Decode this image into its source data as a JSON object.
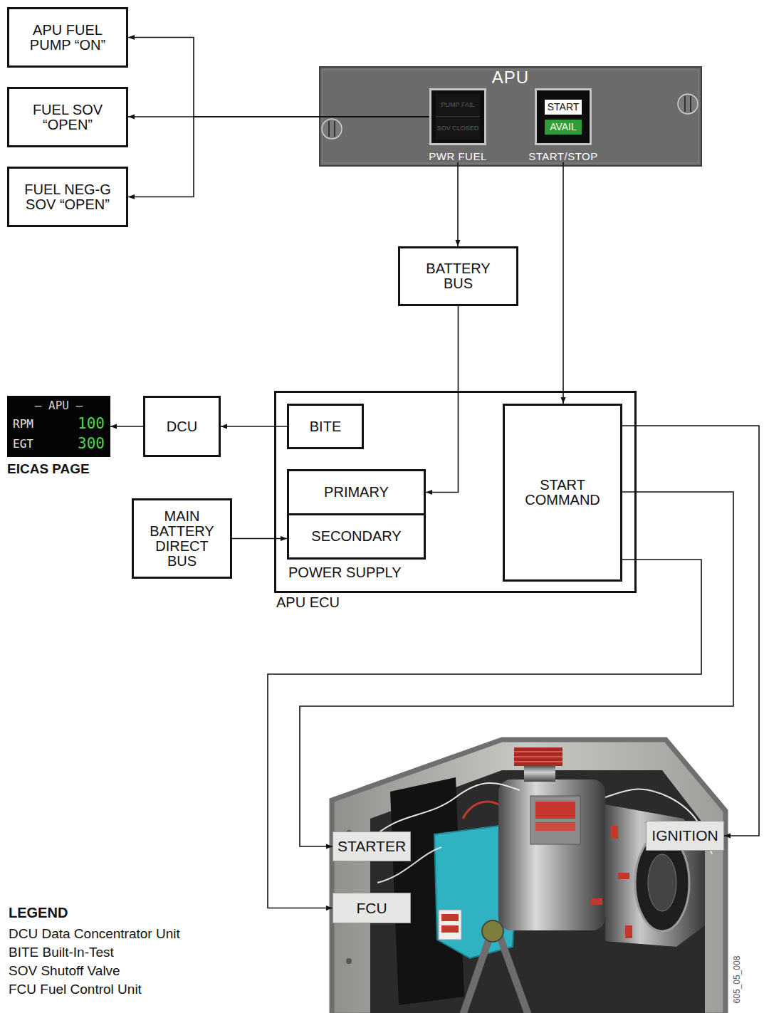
{
  "diagram": {
    "nodes": [
      {
        "text": [
          "APU FUEL PUMP “ON”"
        ]
      },
      {
        "text": [
          "FUEL SOV “OPEN”"
        ]
      },
      {
        "text": [
          "FUEL NEG-G SOV “OPEN”"
        ]
      },
      {
        "text": [
          "APU"
        ]
      },
      {
        "text": [
          "PUMP FAIL",
          "SOV CLOSED",
          "PWR FUEL"
        ],
        "in": 3
      },
      {
        "text": [
          "START",
          "AVAIL",
          "START/STOP"
        ],
        "in": 3
      },
      {
        "text": [
          "BATTERY BUS"
        ]
      },
      {
        "text": [
          "– APU –",
          "RPM",
          "100",
          "EGT",
          "300",
          "EICAS PAGE"
        ]
      },
      {
        "text": [
          "DCU"
        ]
      },
      {
        "text": [
          "APU ECU"
        ]
      },
      {
        "text": [
          "BITE"
        ],
        "in": 9
      },
      {
        "text": [
          "POWER SUPPLY"
        ],
        "in": 9
      },
      {
        "text": [
          "PRIMARY"
        ],
        "in": 11
      },
      {
        "text": [
          "SECONDARY"
        ],
        "in": 11
      },
      {
        "text": [
          "START COMMAND"
        ],
        "in": 9
      },
      {
        "text": [
          "MAIN BATTERY DIRECT BUS"
        ]
      },
      {
        "text": [
          "STARTER"
        ]
      },
      {
        "text": [
          "FCU"
        ]
      },
      {
        "text": [
          "IGNITION"
        ]
      }
    ],
    "edges": [
      {
        "from": 4,
        "to": 0,
        "arrow": "to"
      },
      {
        "from": 4,
        "to": 1,
        "arrow": "to"
      },
      {
        "from": 4,
        "to": 2,
        "arrow": "to"
      },
      {
        "from": 4,
        "to": 6,
        "arrow": "to"
      },
      {
        "from": 6,
        "to": 12,
        "arrow": "to"
      },
      {
        "from": 5,
        "to": 14,
        "arrow": "to"
      },
      {
        "from": 10,
        "to": 8,
        "arrow": "to"
      },
      {
        "from": 8,
        "to": 7,
        "arrow": "to"
      },
      {
        "from": 15,
        "to": 13,
        "arrow": "to"
      },
      {
        "from": 14,
        "to": 18,
        "arrow": "to"
      },
      {
        "from": 14,
        "to": 16,
        "arrow": "to"
      },
      {
        "from": 14,
        "to": 17,
        "arrow": "to"
      }
    ],
    "labels": [
      "LEGEND",
      "605_05_008"
    ],
    "legend": [
      {
        "text": "DCU Data Concentrator Unit"
      },
      {
        "text": "BITE Built-In-Test"
      },
      {
        "text": "SOV Shutoff Valve"
      },
      {
        "text": "FCU Fuel Control Unit"
      }
    ]
  }
}
